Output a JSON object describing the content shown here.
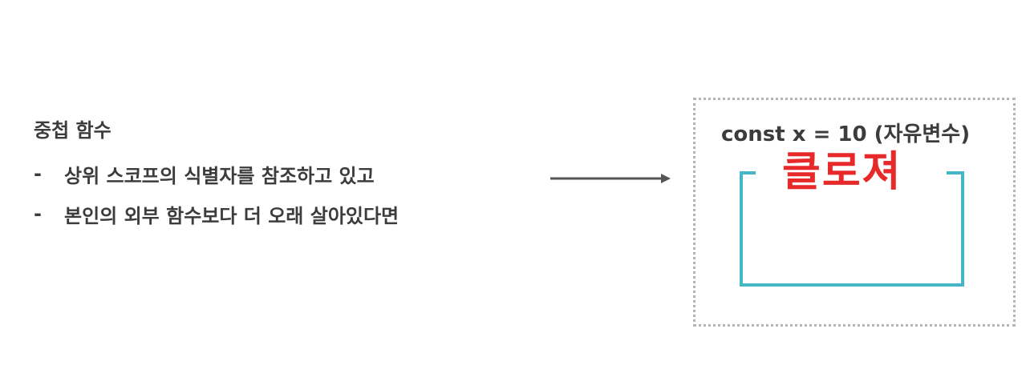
{
  "heading": "중첩 함수",
  "bullets": [
    {
      "dash": "-",
      "text": "상위 스코프의 식별자를 참조하고 있고"
    },
    {
      "dash": "-",
      "text": "본인의 외부 함수보다 더 오래 살아있다면"
    }
  ],
  "closure": {
    "variable_label": "const x = 10 (자유변수)",
    "title": "클로져"
  },
  "colors": {
    "text": "#3c3c3c",
    "closure_title": "#e8292a",
    "bracket": "#43b8c4",
    "arrow": "#555555",
    "box_border": "#b5b5b5"
  }
}
